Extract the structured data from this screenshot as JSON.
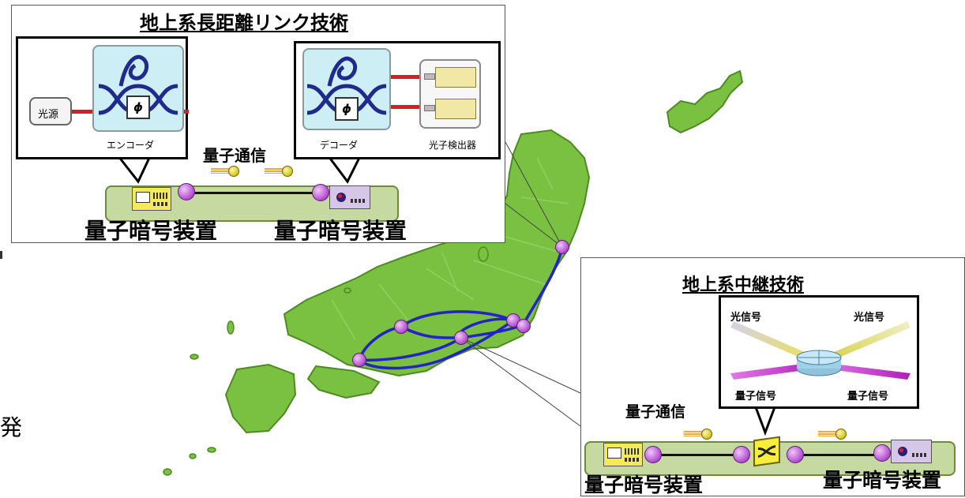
{
  "panel_top": {
    "title": "地上系長距離リンク技術",
    "light_source": "光源",
    "encoder": "エンコーダ",
    "decoder": "デコーダ",
    "photodetector": "光子検出器",
    "phi_symbol": "ϕ",
    "quantum_comm": "量子通信",
    "device_left": "量子暗号装置",
    "device_right": "量子暗号装置"
  },
  "panel_bottom": {
    "title": "地上系中継技術",
    "optical_signal_left": "光信号",
    "optical_signal_right": "光信号",
    "quantum_signal_left": "量子信号",
    "quantum_signal_right": "量子信号",
    "quantum_comm": "量子通信",
    "device_left": "量子暗号装置",
    "device_right": "量子暗号装置"
  },
  "edge_fragment": "発",
  "colors": {
    "map_green": "#7ac142",
    "map_border": "#4e8a22",
    "link_blue": "#2323c8",
    "node_purple": "#b24ad0",
    "fiber_red": "#d42020",
    "mz_fill": "#cdeef4",
    "bar_green": "#c6d9a0"
  }
}
